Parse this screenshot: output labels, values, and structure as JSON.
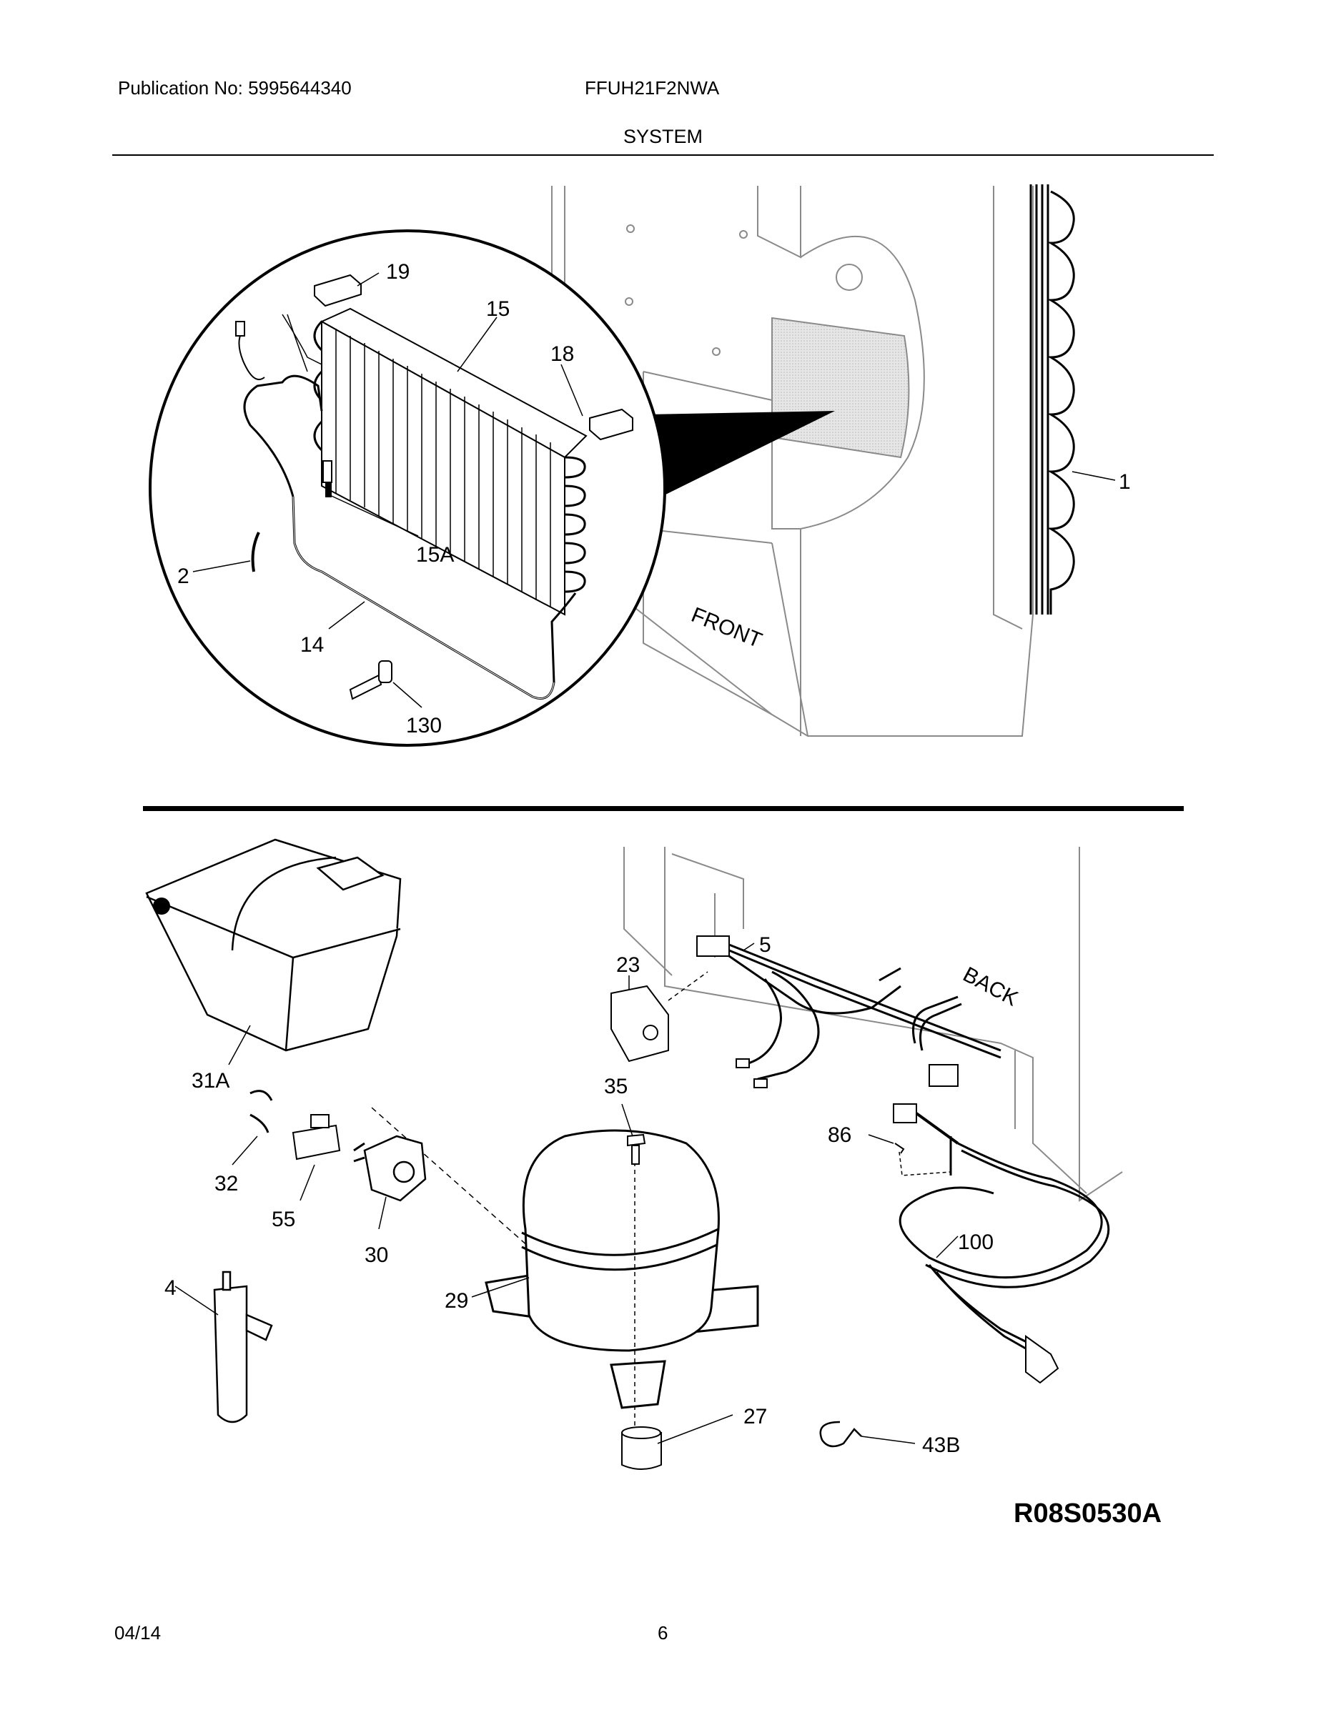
{
  "header": {
    "publication_label": "Publication No: 5995644340",
    "model": "FFUH21F2NWA",
    "section": "SYSTEM"
  },
  "top_view": {
    "orientation_label": "FRONT",
    "callouts": [
      "19",
      "15",
      "18",
      "1",
      "2",
      "15A",
      "14",
      "130"
    ]
  },
  "bottom_view": {
    "orientation_label": "BACK",
    "callouts": [
      "5",
      "23",
      "31A",
      "35",
      "86",
      "32",
      "55",
      "30",
      "100",
      "4",
      "29",
      "27",
      "43B"
    ]
  },
  "figure_code": "R08S0530A",
  "footer": {
    "date": "04/14",
    "page": "6"
  }
}
